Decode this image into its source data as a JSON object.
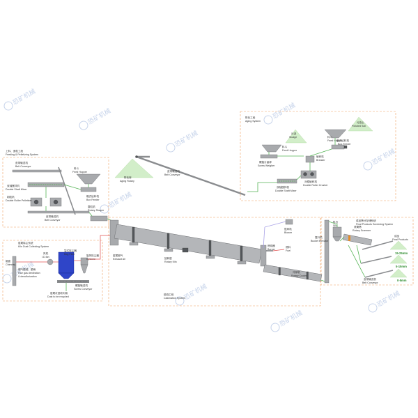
{
  "watermark": "恐矿机械",
  "systems": {
    "aging": {
      "title_cn": "陈化工段",
      "title_en": "Aging System"
    },
    "feeding": {
      "title_cn": "上料、造粒工段",
      "title_en": "Feeding & Pelletizing System"
    },
    "kiln_dust": {
      "title_cn": "窑尾除尘系统",
      "title_en": "Kiln Dust Collecting System"
    },
    "calcination": {
      "title_cn": "焙烧工段",
      "title_en": "Calcination System"
    },
    "screening": {
      "title_cn": "成品筛分存储系统",
      "title_en": "Final Products Screening System"
    }
  },
  "labels": {
    "sludge": {
      "cn": "污泥",
      "en": "Sludge"
    },
    "polluted_soil": {
      "cn": "污染土",
      "en": "Polluted Soil"
    },
    "feed_hopper_aging": {
      "cn": "料斗",
      "en": "Feed Hopper"
    },
    "feed_hopper_aging2": {
      "cn": "料斗",
      "en": "Feed Hopper"
    },
    "box_feeder_aging": {
      "cn": "箱式给料机",
      "en": "Box Feeder"
    },
    "screw_weigher": {
      "cn": "螺旋计量秤",
      "en": "Screw Weigher"
    },
    "breaker": {
      "cn": "破碎机",
      "en": "Breaker"
    },
    "double_roller_crusher": {
      "cn": "对辊破碎机",
      "en": "Double Roller Crusher"
    },
    "double_shaft_mixer_aging": {
      "cn": "双轴搅拌机",
      "en": "Double Shaft Mixer"
    },
    "belt_conveyor_top": {
      "cn": "皮带输送机",
      "en": "Belt Conveyor"
    },
    "aging_rotary": {
      "cn": "陈化库",
      "en": "Aging Rotary"
    },
    "belt_conveyor_mid": {
      "cn": "皮带输送机",
      "en": "Belt Conveyor"
    },
    "feed_hopper_feed": {
      "cn": "料斗",
      "en": "Feed Hopper"
    },
    "box_feeder_feed": {
      "cn": "箱式给料机",
      "en": "Box Feeder"
    },
    "double_shaft_mixer_feed": {
      "cn": "双轴搅拌机",
      "en": "Double Shaft Mixer"
    },
    "double_roller_pelletizer": {
      "cn": "制粒机",
      "en": "Double Roller Pelletizer"
    },
    "belt_conveyor_feed": {
      "cn": "皮带输送机",
      "en": "Belt Conveyor"
    },
    "rotary_shaper": {
      "cn": "整粒机",
      "en": "Rotary Shaper"
    },
    "chimney": {
      "cn": "烟囱",
      "en": "Chimney"
    },
    "id_fan": {
      "cn": "风机",
      "en": "I.D.fan"
    },
    "bag_filter": {
      "cn": "袋式除尘器",
      "en": "Bag Filter"
    },
    "cyclone": {
      "cn": "旋风除尘器",
      "en": "Cyclone"
    },
    "flue_gas": {
      "cn": "烟气脱硫、脱硝",
      "en1": "Flue gas denitration",
      "en2": "& desulfurization"
    },
    "screw_conveyor": {
      "cn": "螺旋输送机",
      "en": "Screw Conveyor"
    },
    "dust_recycled": {
      "cn": "窑尾灰回收利用",
      "en": "Dust to be recycled"
    },
    "exhaust_air": {
      "cn": "窑尾烟气",
      "en": "Exhaust Air"
    },
    "rotary_kiln": {
      "cn": "回转窑",
      "en": "Rotary Kiln"
    },
    "burner": {
      "cn": "燃烧器",
      "en": "Burner"
    },
    "fuel": {
      "cn": "燃料",
      "en": "Fuel"
    },
    "blower": {
      "cn": "鼓风机",
      "en": "Blower"
    },
    "rotary_cooler": {
      "cn": "冷却机",
      "en": "Rotary Cooler"
    },
    "bucket_elevator": {
      "cn": "提升机",
      "en": "Bucket Elevator"
    },
    "silo": {
      "cn": "料仓",
      "en": "Silo"
    },
    "rotary_screener": {
      "cn": "滚筒筛",
      "en": "Rotary Screener"
    },
    "final_products": {
      "cn": "成品",
      "en": "Final Products"
    },
    "size_1": "15-25mm",
    "size_2": "5-15mm",
    "size_3": "0-5mm",
    "belt_conveyor_final": {
      "cn": "皮带输送机",
      "en": "Belt Conveyor"
    }
  },
  "colors": {
    "system_border": "#f0a060",
    "material_flow": "#55b455",
    "gas_flow": "#e05050",
    "bag_filter": "#2f45c8",
    "equipment": "#a8aaad",
    "product_text": "#2a8a2a"
  }
}
